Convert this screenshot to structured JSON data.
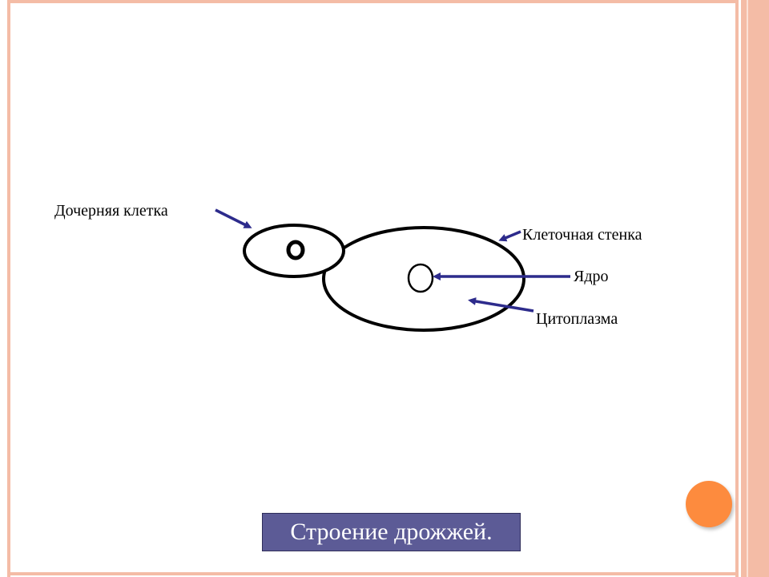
{
  "diagram": {
    "labels": {
      "daughter_cell": "Дочерняя клетка",
      "cell_wall": "Клеточная стенка",
      "nucleus": "Ядро",
      "cytoplasm": "Цитоплазма"
    },
    "caption": "Строение дрожжей."
  },
  "colors": {
    "arrow": "#2d2b8c",
    "frame": "#f4bca6",
    "caption_bg": "#5c5b96",
    "accent_dot": "#fd8b3e"
  }
}
